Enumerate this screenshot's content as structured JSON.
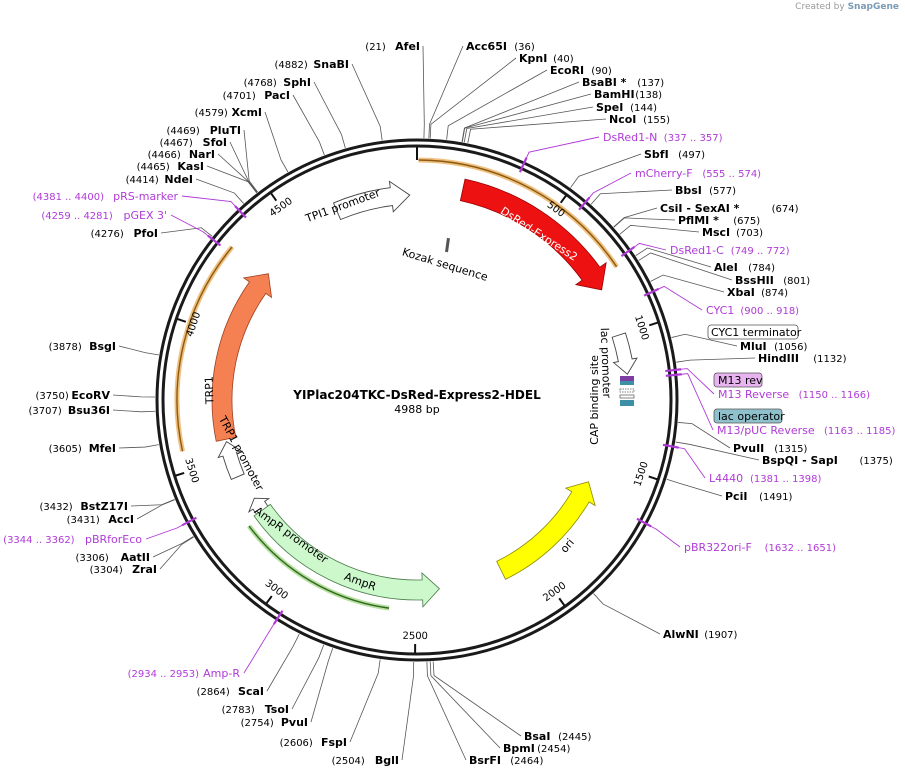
{
  "watermark": {
    "created_by": "Created by",
    "brand": "SnapGene"
  },
  "plasmid": {
    "name": "YIPlac204TKC-DsRed-Express2-HDEL",
    "size_label": "4988 bp",
    "length": 4988
  },
  "ticks": [
    "500",
    "1000",
    "1500",
    "2000",
    "2500",
    "3000",
    "3500",
    "4000",
    "4500"
  ],
  "enzymes": [
    {
      "name": "AfeI",
      "pos": "(21)",
      "side": "L"
    },
    {
      "name": "Acc65I",
      "pos": "(36)",
      "side": "R"
    },
    {
      "name": "KpnI",
      "pos": "(40)",
      "side": "R"
    },
    {
      "name": "EcoRI",
      "pos": "(90)",
      "side": "R"
    },
    {
      "name": "BsaBI *",
      "pos": "(137)",
      "side": "R"
    },
    {
      "name": "BamHI",
      "pos": "(138)",
      "side": "R"
    },
    {
      "name": "SpeI",
      "pos": "(144)",
      "side": "R"
    },
    {
      "name": "NcoI",
      "pos": "(155)",
      "side": "R"
    },
    {
      "name": "SbfI",
      "pos": "(497)",
      "side": "R"
    },
    {
      "name": "BbsI",
      "pos": "(577)",
      "side": "R"
    },
    {
      "name": "CsiI  - SexAI *",
      "pos": "(674)",
      "side": "R"
    },
    {
      "name": "PflMI *",
      "pos": "(675)",
      "side": "R"
    },
    {
      "name": "MscI",
      "pos": "(703)",
      "side": "R"
    },
    {
      "name": "AleI",
      "pos": "(784)",
      "side": "R"
    },
    {
      "name": "BssHII",
      "pos": "(801)",
      "side": "R"
    },
    {
      "name": "XbaI",
      "pos": "(874)",
      "side": "R"
    },
    {
      "name": "MluI",
      "pos": "(1056)",
      "side": "R"
    },
    {
      "name": "HindIII",
      "pos": "(1132)",
      "side": "R"
    },
    {
      "name": "PvuII",
      "pos": "(1315)",
      "side": "R"
    },
    {
      "name": "BspQI  - SapI",
      "pos": "(1375)",
      "side": "R"
    },
    {
      "name": "PciI",
      "pos": "(1491)",
      "side": "R"
    },
    {
      "name": "AlwNI",
      "pos": "(1907)",
      "side": "R"
    },
    {
      "name": "BsaI",
      "pos": "(2445)",
      "side": "R"
    },
    {
      "name": "BpmI",
      "pos": "(2454)",
      "side": "R"
    },
    {
      "name": "BsrFI",
      "pos": "(2464)",
      "side": "R"
    },
    {
      "name": "BglI",
      "pos": "(2504)",
      "side": "L"
    },
    {
      "name": "FspI",
      "pos": "(2606)",
      "side": "L"
    },
    {
      "name": "PvuI",
      "pos": "(2754)",
      "side": "L"
    },
    {
      "name": "TsoI",
      "pos": "(2783)",
      "side": "L"
    },
    {
      "name": "ScaI",
      "pos": "(2864)",
      "side": "L"
    },
    {
      "name": "ZraI",
      "pos": "(3304)",
      "side": "L"
    },
    {
      "name": "AatII",
      "pos": "(3306)",
      "side": "L"
    },
    {
      "name": "AccI",
      "pos": "(3431)",
      "side": "L"
    },
    {
      "name": "BstZ17I",
      "pos": "(3432)",
      "side": "L"
    },
    {
      "name": "MfeI",
      "pos": "(3605)",
      "side": "L"
    },
    {
      "name": "Bsu36I",
      "pos": "(3707)",
      "side": "L"
    },
    {
      "name": "EcoRV",
      "pos": "(3750)",
      "side": "L"
    },
    {
      "name": "BsgI",
      "pos": "(3878)",
      "side": "L"
    },
    {
      "name": "PfoI",
      "pos": "(4276)",
      "side": "L"
    },
    {
      "name": "NdeI",
      "pos": "(4414)",
      "side": "L"
    },
    {
      "name": "KasI",
      "pos": "(4465)",
      "side": "L"
    },
    {
      "name": "NarI",
      "pos": "(4466)",
      "side": "L"
    },
    {
      "name": "SfoI",
      "pos": "(4467)",
      "side": "L"
    },
    {
      "name": "PluTI",
      "pos": "(4469)",
      "side": "L"
    },
    {
      "name": "XcmI",
      "pos": "(4579)",
      "side": "L"
    },
    {
      "name": "PacI",
      "pos": "(4701)",
      "side": "L"
    },
    {
      "name": "SphI",
      "pos": "(4768)",
      "side": "L"
    },
    {
      "name": "SnaBI",
      "pos": "(4882)",
      "side": "L"
    }
  ],
  "primers": [
    {
      "name": "DsRed1-N",
      "range": "(337 .. 357)"
    },
    {
      "name": "mCherry-F",
      "range": "(555 .. 574)"
    },
    {
      "name": "DsRed1-C",
      "range": "(749 .. 772)"
    },
    {
      "name": "CYC1",
      "range": "(900 .. 918)"
    },
    {
      "name": "M13 Reverse",
      "range": "(1150 .. 1166)"
    },
    {
      "name": "M13/pUC Reverse",
      "range": "(1163 .. 1185)"
    },
    {
      "name": "L4440",
      "range": "(1381 .. 1398)"
    },
    {
      "name": "pBR322ori-F",
      "range": "(1632 .. 1651)"
    },
    {
      "name": "Amp-R",
      "range": "(2934 .. 2953)"
    },
    {
      "name": "pBRforEco",
      "range": "(3344 .. 3362)"
    },
    {
      "name": "pGEX 3'",
      "range": "(4259 .. 4281)"
    },
    {
      "name": "pRS-marker",
      "range": "(4381 .. 4400)"
    }
  ],
  "boxed_labels": {
    "cyc1_terminator": "CYC1 terminator",
    "m13_rev": "M13 rev",
    "lac_operator": "lac operator"
  },
  "features": {
    "dsred": "DsRed-Express2",
    "tpi1": "TPI1 promoter",
    "kozak": "Kozak sequence",
    "lac_promoter": "lac promoter",
    "cap_site": "CAP binding site",
    "trp1": "TRP1",
    "trp1_promoter": "TRP1 promoter",
    "ampr_promoter": "AmpR promoter",
    "ampr": "AmpR",
    "ori": "ori"
  },
  "colors": {
    "dsred": "#ee1111",
    "trp1": "#f58052",
    "ampr": "#ccf8cc",
    "ori": "#ffff00",
    "primer": "#b03ad8",
    "m13_rev_fill": "#e8b4f0",
    "lac_operator_fill": "#8fc1cc"
  }
}
